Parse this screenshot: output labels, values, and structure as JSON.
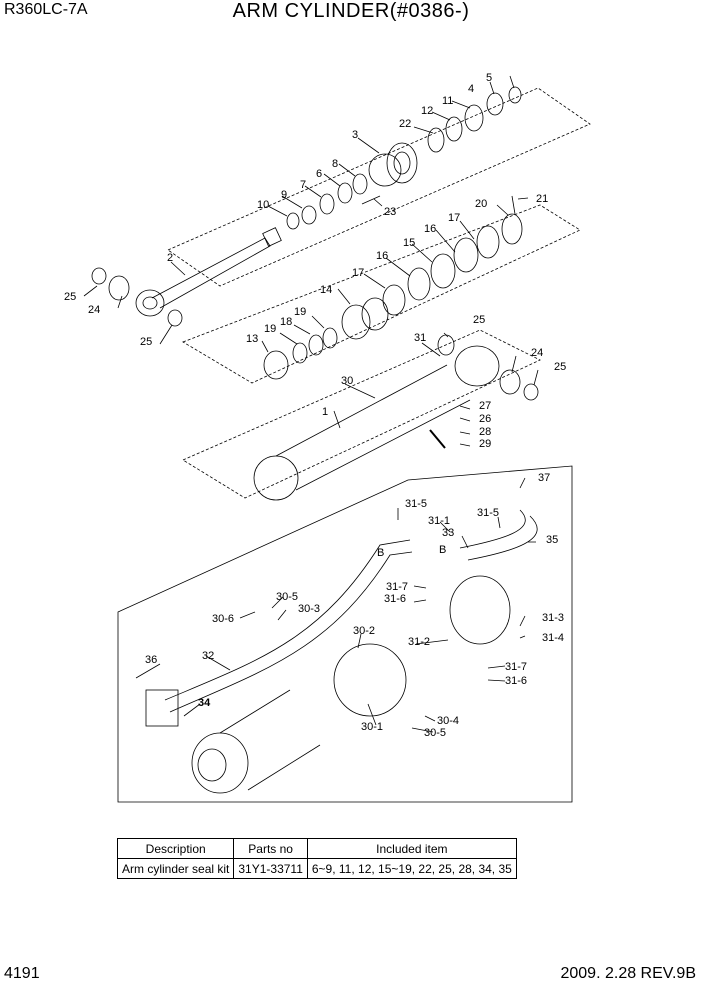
{
  "header": {
    "model": "R360LC-7A",
    "title": "ARM CYLINDER(#0386-)"
  },
  "footer": {
    "page": "4191",
    "revision": "2009. 2.28  REV.9B"
  },
  "labels": {
    "l1": "1",
    "l2": "2",
    "l3": "3",
    "l4": "4",
    "l5": "5",
    "l8": "8",
    "l6": "6",
    "l7": "7",
    "l9": "9",
    "l10": "10",
    "l11": "11",
    "l12": "12",
    "l22": "22",
    "l23": "23",
    "l20": "20",
    "l21": "21",
    "l17a": "17",
    "l16a": "16",
    "l15": "15",
    "l16b": "16",
    "l17b": "17",
    "l14": "14",
    "l19a": "19",
    "l18": "18",
    "l19b": "19",
    "l13": "13",
    "l25a": "25",
    "l24a": "24",
    "l25b": "25",
    "l25c": "25",
    "l31": "31",
    "l24b": "24",
    "l25d": "25",
    "l30": "30",
    "l27": "27",
    "l26": "26",
    "l28": "28",
    "l29": "29",
    "l37": "37",
    "l31_5a": "31-5",
    "l31_5b": "31-5",
    "l31_1": "31-1",
    "l33": "33",
    "l35": "35",
    "lBa": "B",
    "lBb": "B",
    "l31_7a": "31-7",
    "l31_6a": "31-6",
    "l30_5a": "30-5",
    "l30_3": "30-3",
    "l30_6": "30-6",
    "l31_3": "31-3",
    "l31_4": "31-4",
    "l30_2": "30-2",
    "l31_2": "31-2",
    "l36": "36",
    "l32": "32",
    "l31_7b": "31-7",
    "l31_6b": "31-6",
    "l34": "34",
    "l30_4": "30-4",
    "l30_5b": "30-5",
    "l30_1": "30-1"
  },
  "kit_table": {
    "headers": [
      "Description",
      "Parts no",
      "Included item"
    ],
    "rows": [
      [
        "Arm cylinder seal kit",
        "31Y1-33711",
        "6~9, 11, 12, 15~19, 22, 25, 28, 34, 35"
      ]
    ]
  }
}
